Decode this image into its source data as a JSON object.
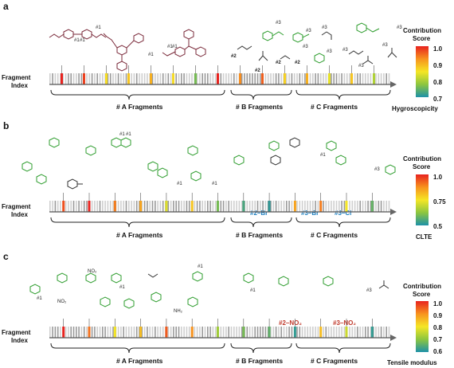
{
  "panels": [
    {
      "label": "a",
      "axis_label_1": "Fragment",
      "axis_label_2": "Index",
      "groups": [
        "# A Fragments",
        "# B Fragments",
        "# C Fragments"
      ],
      "colorbar_title_1": "Contribution",
      "colorbar_title_2": "Score",
      "colorbar_ticks": [
        "1.0",
        "0.9",
        "0.8",
        "0.7"
      ],
      "property": "Hygroscopicity",
      "fragment_labels": [
        "#1",
        "#1",
        "#1",
        "#1",
        "#1",
        "#1",
        "#2",
        "#2",
        "#2",
        "#2",
        "#3",
        "#3",
        "#3",
        "#3",
        "#3",
        "#3",
        "#3",
        "#3",
        "#3"
      ],
      "highlights": [
        {
          "value": 1.0
        },
        {
          "value": 0.98
        },
        {
          "value": 0.86
        },
        {
          "value": 0.88
        },
        {
          "value": 0.9
        },
        {
          "value": 0.86
        },
        {
          "value": 0.76
        },
        {
          "value": 1.0
        },
        {
          "value": 0.93
        },
        {
          "value": 0.96
        },
        {
          "value": 0.87
        },
        {
          "value": 0.9
        },
        {
          "value": 0.84
        },
        {
          "value": 0.88
        },
        {
          "value": 0.8
        }
      ]
    },
    {
      "label": "b",
      "axis_label_1": "Fragment",
      "axis_label_2": "Index",
      "groups": [
        "# A Fragments",
        "# B Fragments",
        "# C Fragments"
      ],
      "colorbar_title_1": "Contribution",
      "colorbar_title_2": "Score",
      "colorbar_ticks": [
        "1.0",
        "0.75",
        "0.5"
      ],
      "property": "CLTE",
      "fragment_labels": [
        "#2–Br",
        "#3–Br",
        "#3–Cl",
        "#1",
        "#1",
        "#1",
        "#1",
        "#1",
        "#3"
      ],
      "highlights": [
        {
          "value": 0.95
        },
        {
          "value": 1.0
        },
        {
          "value": 0.9
        },
        {
          "value": 0.85
        },
        {
          "value": 0.72
        },
        {
          "value": 0.8
        },
        {
          "value": 0.6
        },
        {
          "value": 0.55
        },
        {
          "value": 0.52
        },
        {
          "value": 0.85
        },
        {
          "value": 0.9
        },
        {
          "value": 0.75
        },
        {
          "value": 0.58
        }
      ]
    },
    {
      "label": "c",
      "axis_label_1": "Fragment",
      "axis_label_2": "Index",
      "groups": [
        "# A Fragments",
        "# B Fragments",
        "# C Fragments"
      ],
      "colorbar_title_1": "Contribution",
      "colorbar_title_2": "Score",
      "colorbar_ticks": [
        "1.0",
        "0.9",
        "0.8",
        "0.7",
        "0.6"
      ],
      "property": "Tensile modulus",
      "fragment_labels": [
        "#2–NO₂",
        "#3–NO₂",
        "#3",
        "NO₂",
        "NO₂",
        "NH₂",
        "#1",
        "#1",
        "#1",
        "#1"
      ],
      "highlights": [
        {
          "value": 1.0
        },
        {
          "value": 0.93
        },
        {
          "value": 0.8
        },
        {
          "value": 0.85
        },
        {
          "value": 0.95
        },
        {
          "value": 0.9
        },
        {
          "value": 0.72
        },
        {
          "value": 0.68
        },
        {
          "value": 0.66
        },
        {
          "value": 0.62
        },
        {
          "value": 0.85
        },
        {
          "value": 0.76
        },
        {
          "value": 0.62
        }
      ]
    }
  ],
  "colors": {
    "colorbar": [
      "#e8231f",
      "#f7931e",
      "#f5e625",
      "#8cc63f",
      "#1d91a8"
    ],
    "structure_green": "#2e9d2e",
    "structure_maroon": "#7a2a3a",
    "halogen_blue": "#1e7fc0",
    "nitro_red": "#c0392b"
  }
}
